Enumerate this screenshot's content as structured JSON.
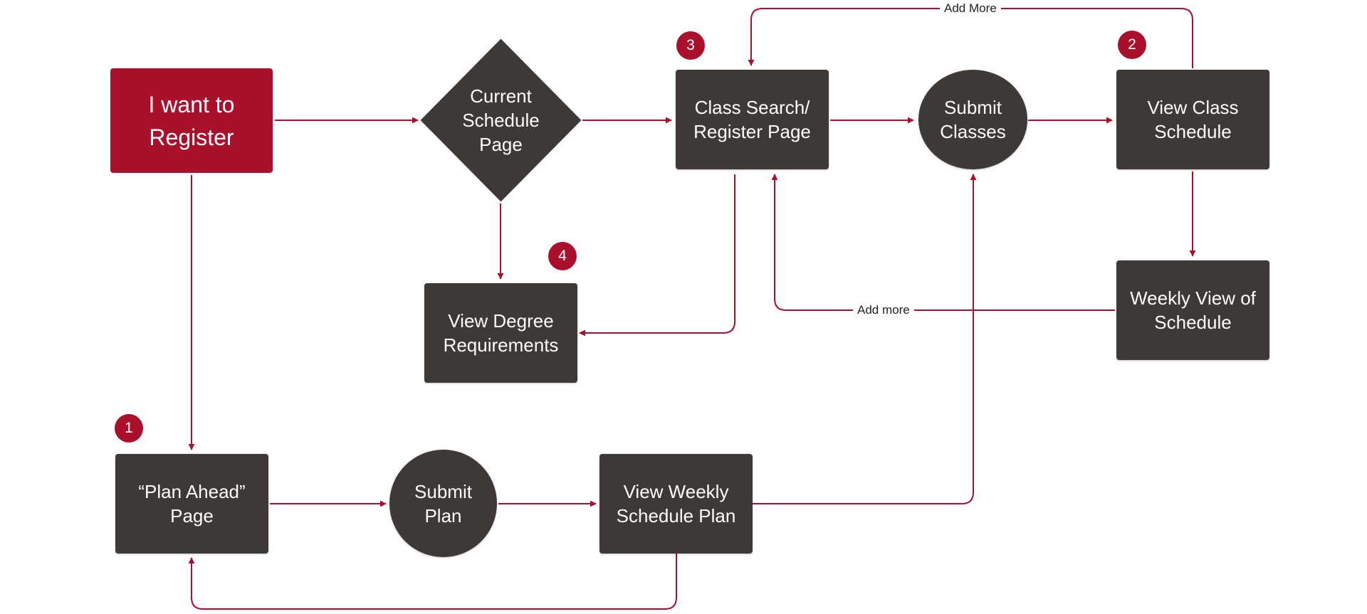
{
  "colors": {
    "accent": "#aa0f2c",
    "node_fill": "#3e3836",
    "text_on_node": "#ffffff",
    "edge": "#aa0f2c",
    "background": "#ffffff"
  },
  "nodes": {
    "start": "I want to\nRegister",
    "current_schedule": "Current\nSchedule\nPage",
    "class_search": "Class Search/\nRegister Page",
    "submit_classes": "Submit\nClasses",
    "view_class_schedule": "View Class\nSchedule",
    "view_degree": "View Degree\nRequirements",
    "weekly_view": "Weekly View of\nSchedule",
    "plan_ahead": "“Plan Ahead”\nPage",
    "submit_plan": "Submit\nPlan",
    "view_weekly_plan": "View Weekly\nSchedule Plan"
  },
  "badges": {
    "one": "1",
    "two": "2",
    "three": "3",
    "four": "4"
  },
  "edge_labels": {
    "add_more_top": "Add More",
    "add_more_mid": "Add more"
  }
}
